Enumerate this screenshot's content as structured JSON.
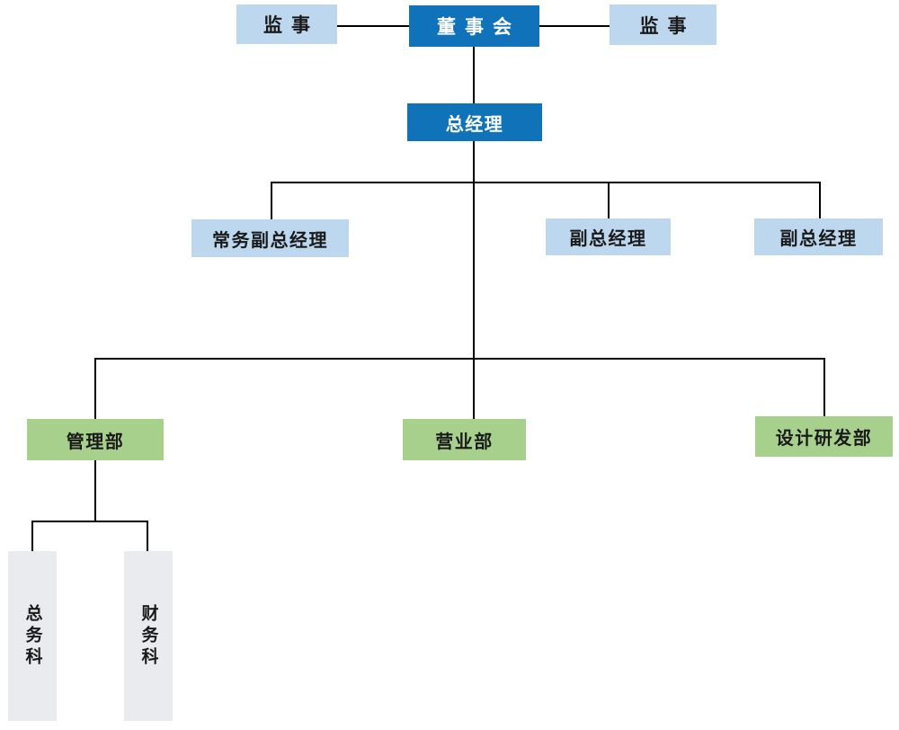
{
  "diagram": {
    "type": "org-chart",
    "background": "#ffffff",
    "colors": {
      "primary_dark_blue": "#1072B8",
      "light_blue": "#BDD7EE",
      "green": "#A8D08D",
      "gray": "#E9EBEF",
      "connector_line": "#000000",
      "text_dark": "#1a1a1a",
      "text_light": "#ffffff"
    },
    "nodes": [
      {
        "id": "supervisor-left",
        "label": "监事",
        "level": 1,
        "style": "light_blue"
      },
      {
        "id": "board-of-directors",
        "label": "董事会",
        "level": 1,
        "style": "dark_blue"
      },
      {
        "id": "supervisor-right",
        "label": "监事",
        "level": 1,
        "style": "light_blue"
      },
      {
        "id": "general-manager",
        "label": "总经理",
        "level": 2,
        "style": "dark_blue"
      },
      {
        "id": "executive-deputy-gm",
        "label": "常务副总经理",
        "level": 3,
        "style": "light_blue"
      },
      {
        "id": "deputy-gm-1",
        "label": "副总经理",
        "level": 3,
        "style": "light_blue"
      },
      {
        "id": "deputy-gm-2",
        "label": "副总经理",
        "level": 3,
        "style": "light_blue"
      },
      {
        "id": "dept-management",
        "label": "管理部",
        "level": 4,
        "style": "green"
      },
      {
        "id": "dept-sales",
        "label": "营业部",
        "level": 4,
        "style": "green"
      },
      {
        "id": "dept-design-rd",
        "label": "设计研发部",
        "level": 4,
        "style": "green"
      },
      {
        "id": "section-general-affairs",
        "label": "总务科",
        "level": 5,
        "style": "gray",
        "orientation": "vertical"
      },
      {
        "id": "section-finance",
        "label": "财务科",
        "level": 5,
        "style": "gray",
        "orientation": "vertical"
      }
    ],
    "edges": [
      {
        "from": "supervisor-left",
        "to": "board-of-directors"
      },
      {
        "from": "supervisor-right",
        "to": "board-of-directors"
      },
      {
        "from": "board-of-directors",
        "to": "general-manager"
      },
      {
        "from": "general-manager",
        "to": "executive-deputy-gm"
      },
      {
        "from": "general-manager",
        "to": "deputy-gm-1"
      },
      {
        "from": "general-manager",
        "to": "deputy-gm-2"
      },
      {
        "from": "general-manager",
        "to": "dept-management"
      },
      {
        "from": "general-manager",
        "to": "dept-sales"
      },
      {
        "from": "general-manager",
        "to": "dept-design-rd"
      },
      {
        "from": "dept-management",
        "to": "section-general-affairs"
      },
      {
        "from": "dept-management",
        "to": "section-finance"
      }
    ]
  }
}
